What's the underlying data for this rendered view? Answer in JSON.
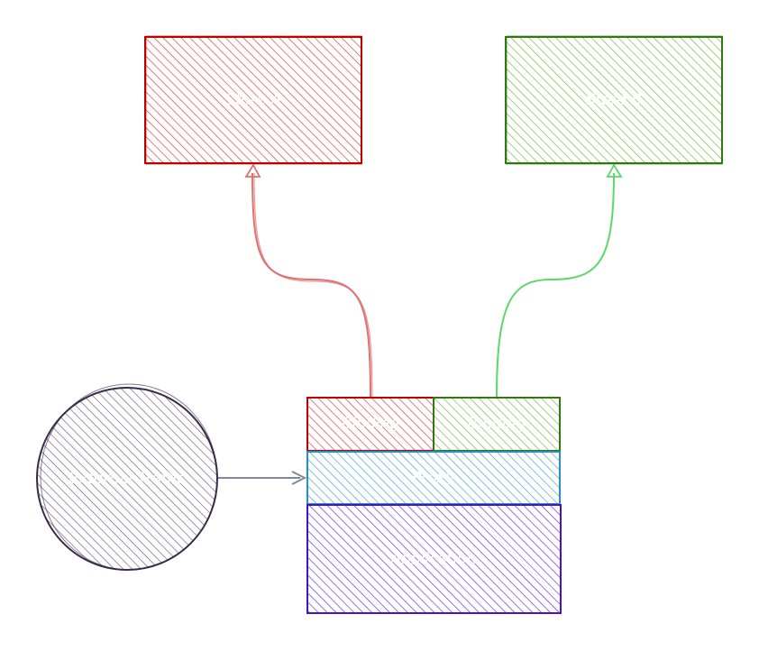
{
  "nodes": {
    "store_a": {
      "label": "Store A",
      "color": "#c00000",
      "hatch": "#d43a3a"
    },
    "store_b": {
      "label": "Store B",
      "color": "#2f7a0c",
      "hatch": "#6fb43c"
    },
    "binding_a": {
      "label": "Binding",
      "color": "#c00000",
      "hatch": "#d43a3a"
    },
    "binding_b": {
      "label": "Binding",
      "color": "#2f7a0c",
      "hatch": "#6fb43c"
    },
    "proxy": {
      "label": "Proxy",
      "color": "#2a8fc0",
      "hatch": "#3aa0d0"
    },
    "application": {
      "label": "Application",
      "color": "#4a10d0",
      "hatch": "#5a2ae0"
    },
    "external": {
      "label": "External Traffic",
      "color": "#3a2a4a",
      "hatch": "#6a5a80"
    }
  },
  "edges": {
    "binding_a_to_store_a": {
      "color": "#e07070"
    },
    "binding_b_to_store_b": {
      "color": "#5ad86a"
    },
    "external_to_proxy": {
      "color": "#7f8a94"
    }
  }
}
